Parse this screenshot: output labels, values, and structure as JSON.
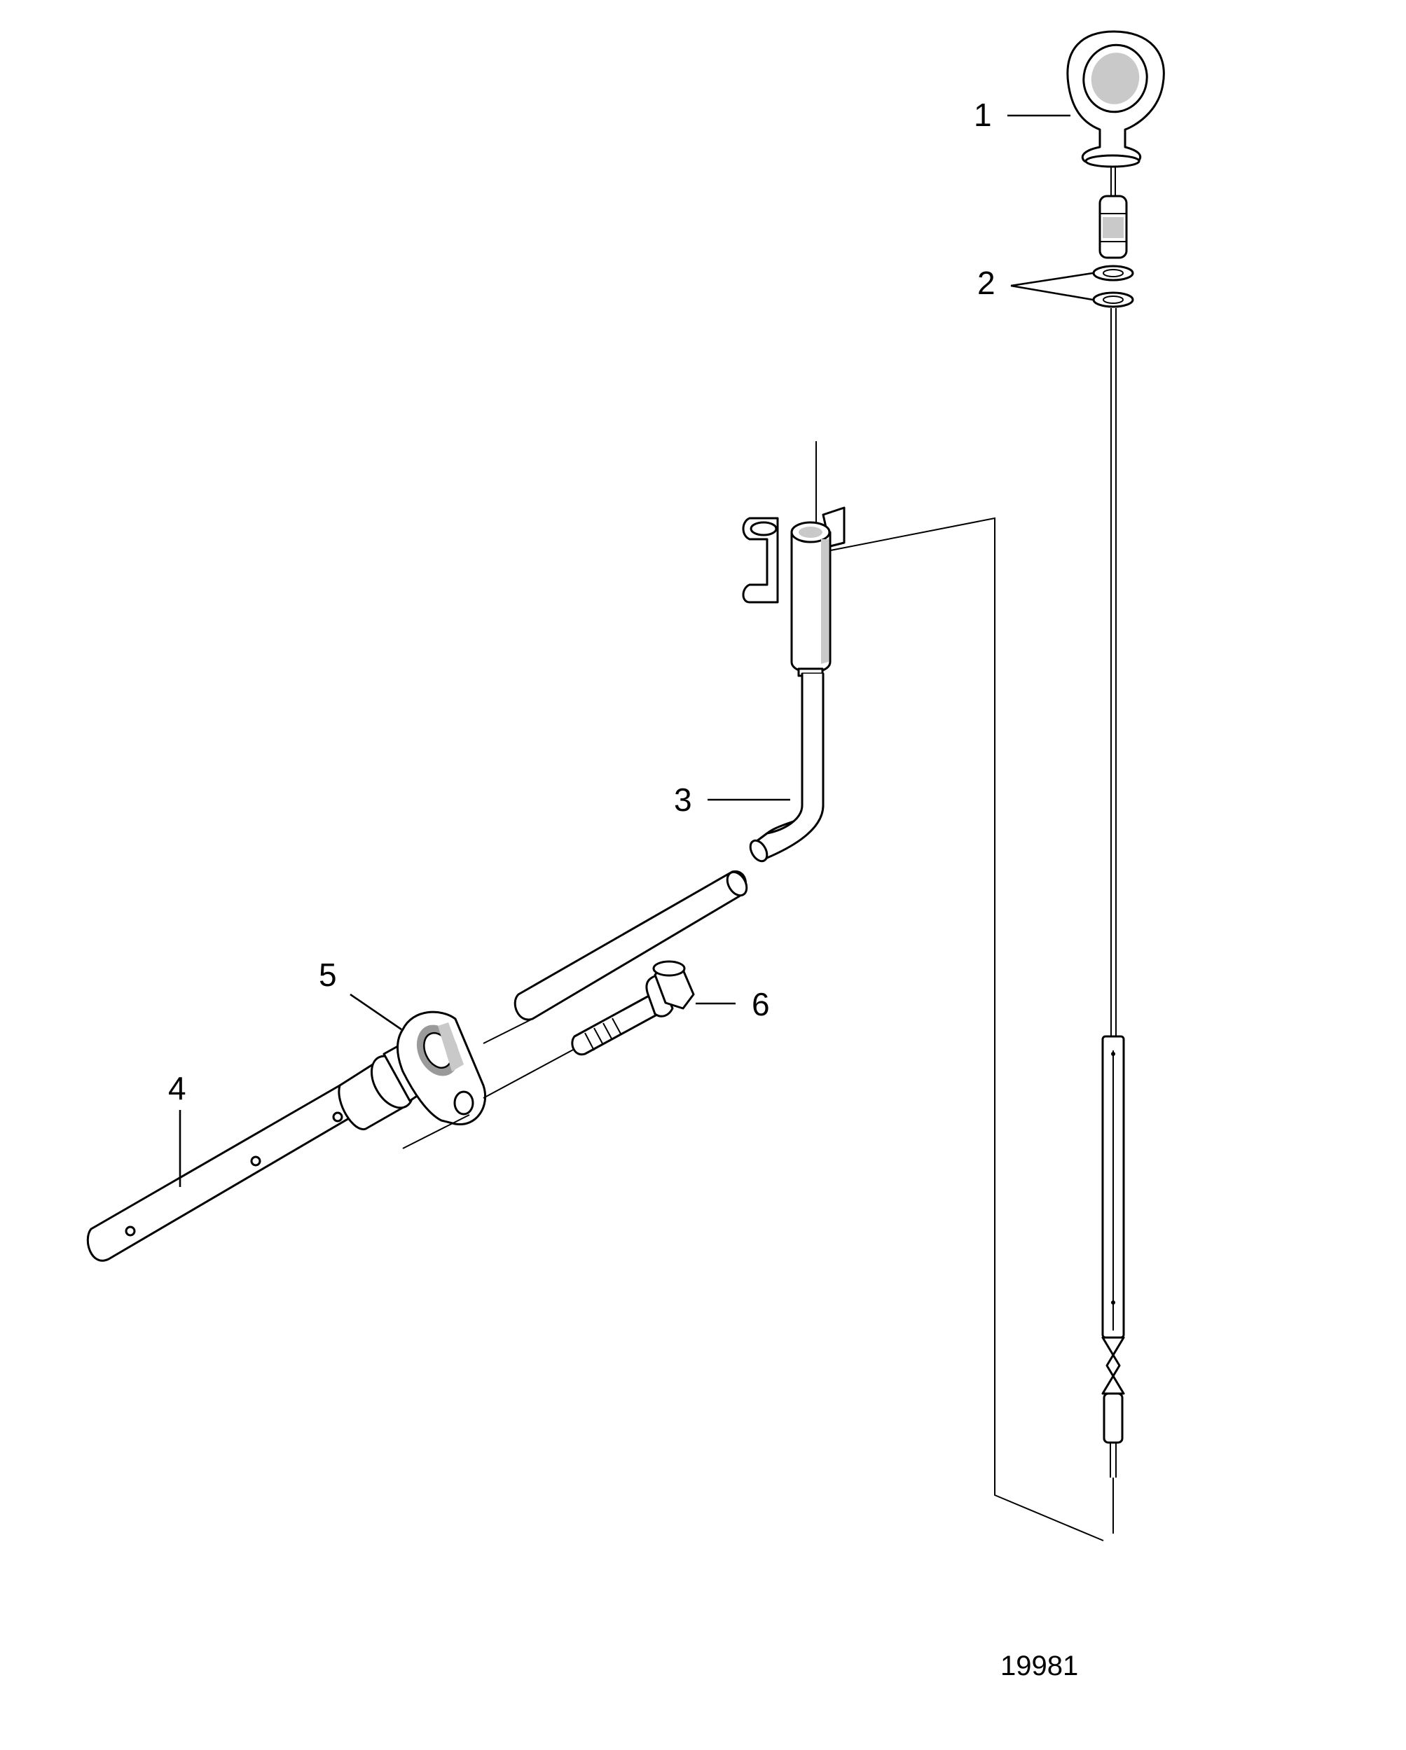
{
  "callouts": [
    {
      "id": 1,
      "label": "1"
    },
    {
      "id": 2,
      "label": "2"
    },
    {
      "id": 3,
      "label": "3"
    },
    {
      "id": 4,
      "label": "4"
    },
    {
      "id": 5,
      "label": "5"
    },
    {
      "id": 6,
      "label": "6"
    }
  ],
  "reference_number": "19981"
}
